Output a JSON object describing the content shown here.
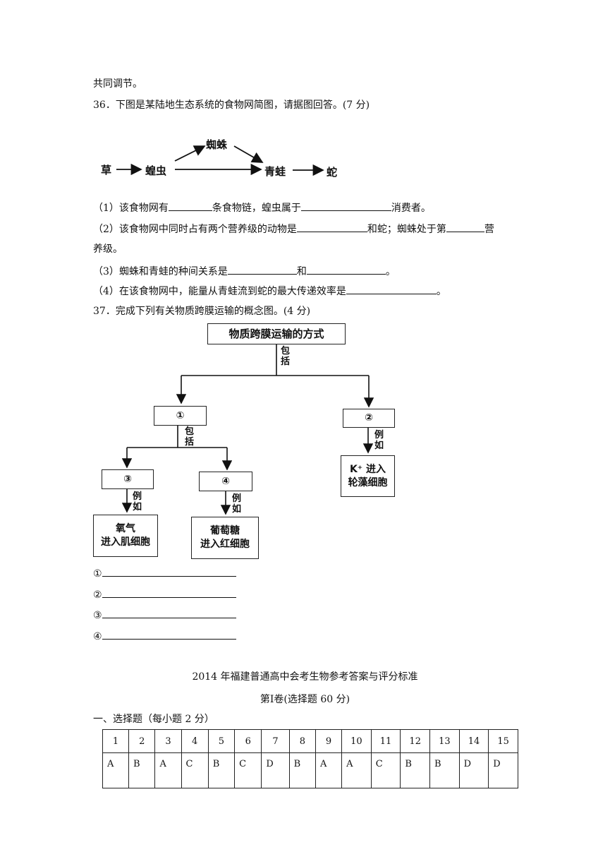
{
  "intro_line": "共同调节。",
  "q36": {
    "title": "36．下图是某陆地生态系统的食物网简图，请据图回答。(7 分)",
    "food_web": {
      "grass": "草",
      "locust": "蝗虫",
      "spider": "蜘蛛",
      "frog": "青蛙",
      "snake": "蛇"
    },
    "p1": {
      "a": "（1）该食物网有",
      "b": "条食物链，蝗虫属于",
      "c": "消费者。"
    },
    "p2": {
      "a": "（2）该食物网中同时占有两个营养级的动物是",
      "b": "和蛇；蜘蛛处于第",
      "c": "营",
      "d": "养级。"
    },
    "p3": {
      "a": "（3）蜘蛛和青蛙的种间关系是",
      "b": "和",
      "c": "。"
    },
    "p4": {
      "a": "（4）在该食物网中，能量从青蛙流到蛇的最大传递效率是",
      "b": "。"
    }
  },
  "q37": {
    "title": "37．完成下列有关物质跨膜运输的概念图。(4 分)",
    "concept_map": {
      "root": "物质跨膜运输的方式",
      "include_label": "包括",
      "n1": "①",
      "n2": "②",
      "n3": "③",
      "n4": "④",
      "example_label": "例如",
      "ex_oxygen_1": "氧气",
      "ex_oxygen_2": "进入肌细胞",
      "ex_glucose_1": "葡萄糖",
      "ex_glucose_2": "进入红细胞",
      "ex_k_1": "K⁺ 进入",
      "ex_k_2": "轮藻细胞"
    },
    "answer_markers": [
      "①",
      "②",
      "③",
      "④"
    ]
  },
  "answer_key": {
    "title": "2014 年福建普通高中会考生物参考答案与评分标准",
    "volume": "第Ⅰ卷(选择题 60 分)",
    "section": "一、选择题（每小题 2 分）",
    "numbers": [
      "1",
      "2",
      "3",
      "4",
      "5",
      "6",
      "7",
      "8",
      "9",
      "10",
      "11",
      "12",
      "13",
      "14",
      "15"
    ],
    "answers": [
      "A",
      "B",
      "A",
      "C",
      "B",
      "C",
      "D",
      "B",
      "A",
      "A",
      "C",
      "B",
      "B",
      "D",
      "D"
    ]
  }
}
